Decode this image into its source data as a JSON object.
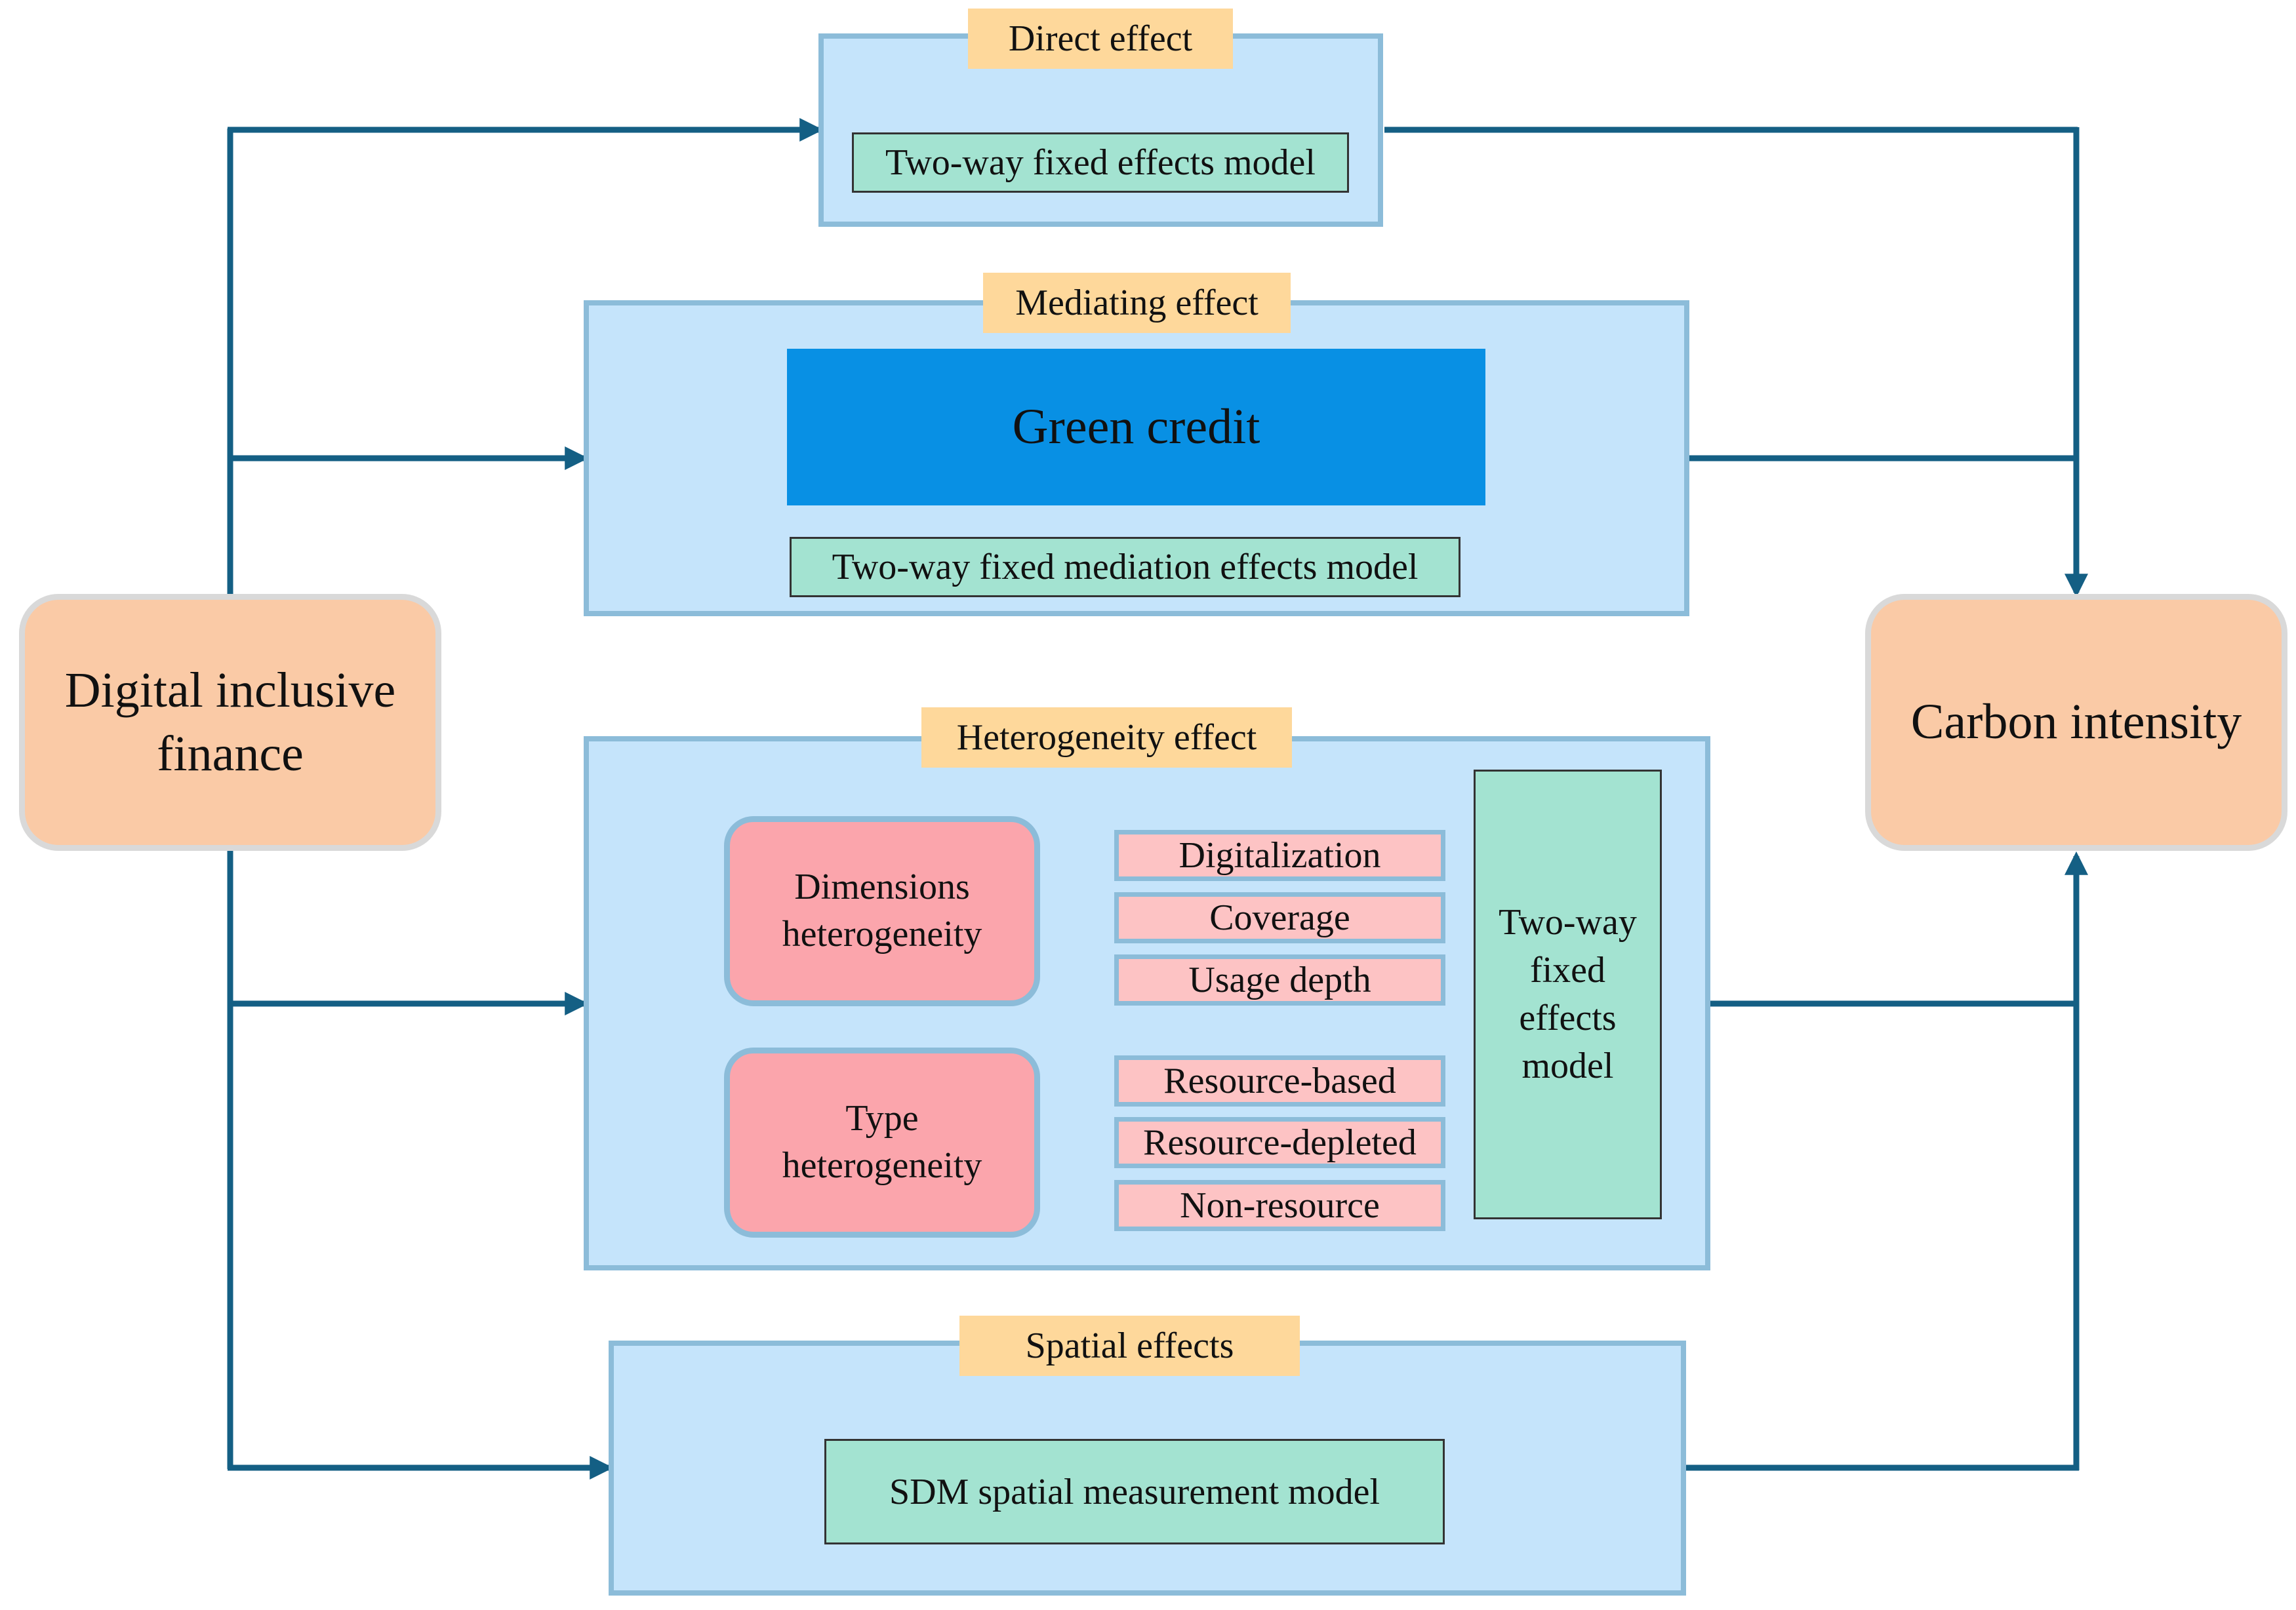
{
  "source_node": {
    "label_line1": "Digital inclusive",
    "label_line2": "finance"
  },
  "target_node": {
    "label": "Carbon intensity"
  },
  "direct_effect": {
    "tag": "Direct effect",
    "model": "Two-way fixed effects model"
  },
  "mediating_effect": {
    "tag": "Mediating effect",
    "mediator": "Green credit",
    "model": "Two-way fixed mediation effects model"
  },
  "heterogeneity_effect": {
    "tag": "Heterogeneity effect",
    "dimensions": {
      "label_line1": "Dimensions",
      "label_line2": "heterogeneity",
      "items": [
        "Digitalization",
        "Coverage",
        "Usage depth"
      ]
    },
    "type": {
      "label_line1": "Type",
      "label_line2": "heterogeneity",
      "items": [
        "Resource-based",
        "Resource-depleted",
        "Non-resource"
      ]
    },
    "model_lines": [
      "Two-way",
      "fixed",
      "effects",
      "model"
    ]
  },
  "spatial_effects": {
    "tag": "Spatial effects",
    "model": "SDM spatial measurement model"
  },
  "colors": {
    "arrow": "#145f84",
    "panel_fill": "#c5e4fb",
    "panel_border": "#8cbcd9",
    "tag_fill": "#fed89b",
    "model_fill": "#a3e3d1",
    "endpoint_fill": "#facaa6",
    "mediator_fill": "#0890e4",
    "heterogeneity_head_fill": "#fba5ac",
    "heterogeneity_item_fill": "#fdc3c4"
  }
}
